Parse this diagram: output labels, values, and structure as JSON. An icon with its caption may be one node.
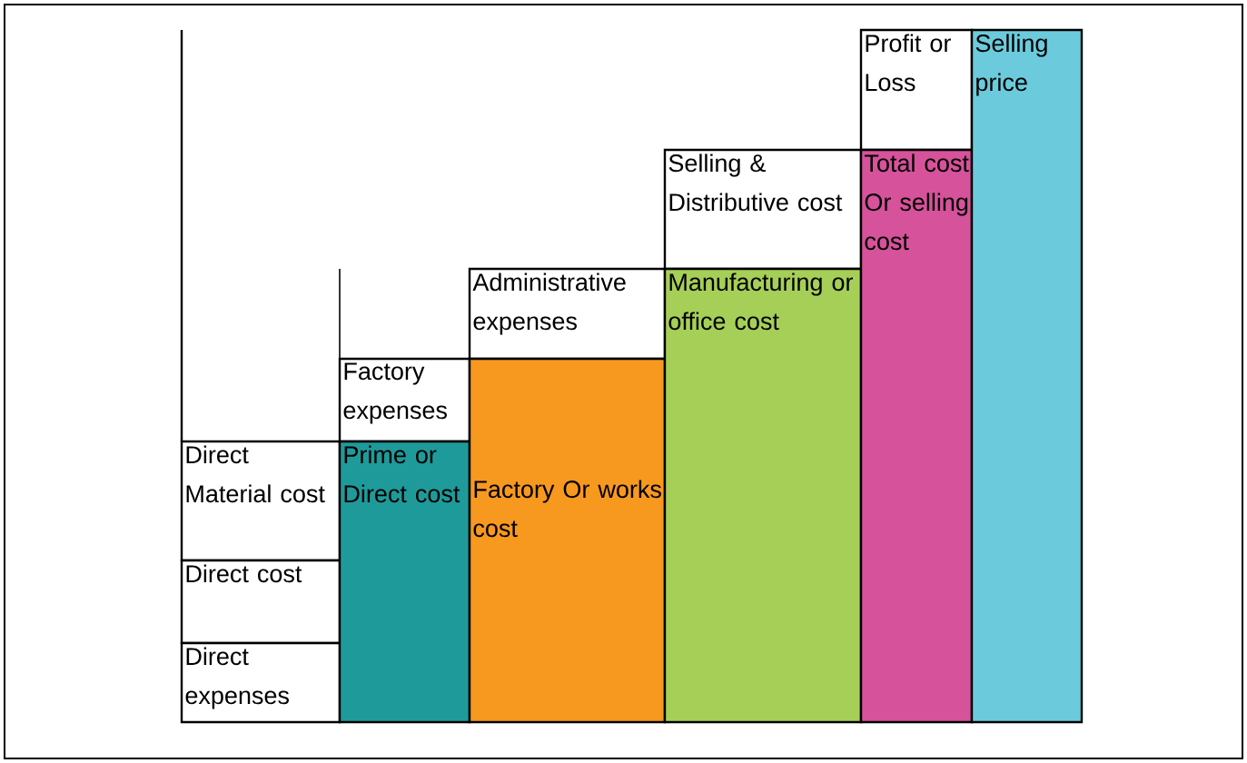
{
  "diagram": {
    "nodes": [
      {
        "text": [
          "Direct Material cost"
        ]
      },
      {
        "text": [
          "Direct cost"
        ]
      },
      {
        "text": [
          "Direct expenses"
        ]
      },
      {
        "text": [
          "Factory expenses"
        ]
      },
      {
        "text": [
          "Prime or Direct cost"
        ]
      },
      {
        "text": [
          "Administrative expenses"
        ]
      },
      {
        "text": [
          "Factory Or works cost"
        ]
      },
      {
        "text": [
          "Selling & Distributive cost"
        ]
      },
      {
        "text": [
          "Manufacturing or office cost"
        ]
      },
      {
        "text": [
          "Profit or Loss"
        ]
      },
      {
        "text": [
          "Total cost Or selling cost"
        ]
      },
      {
        "text": [
          "Selling price"
        ]
      }
    ]
  }
}
